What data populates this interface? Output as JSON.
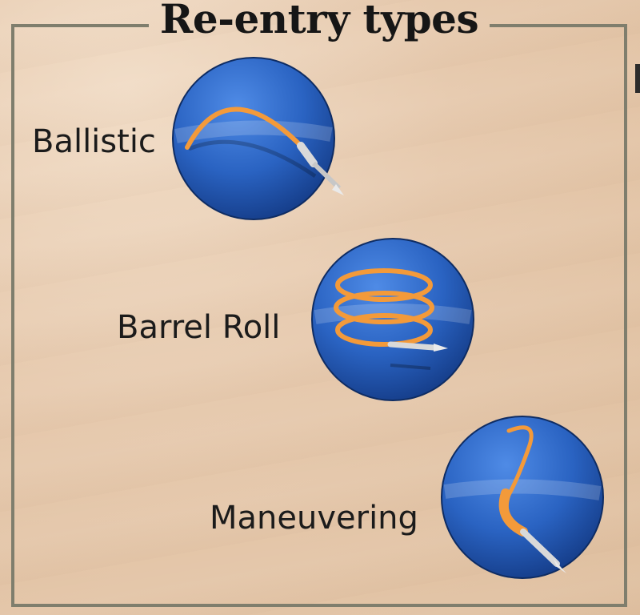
{
  "title": "Re-entry types",
  "types": [
    {
      "label": "Ballistic",
      "icon": "ballistic-trajectory-icon"
    },
    {
      "label": "Barrel Roll",
      "icon": "barrel-roll-trajectory-icon"
    },
    {
      "label": "Maneuvering",
      "icon": "maneuvering-trajectory-icon"
    }
  ],
  "colors": {
    "disc_blue": "#2a63c2",
    "trail_orange": "#f39a3a",
    "frame_gray": "#7f7e6d",
    "background_sand": "#e6c9ad"
  }
}
